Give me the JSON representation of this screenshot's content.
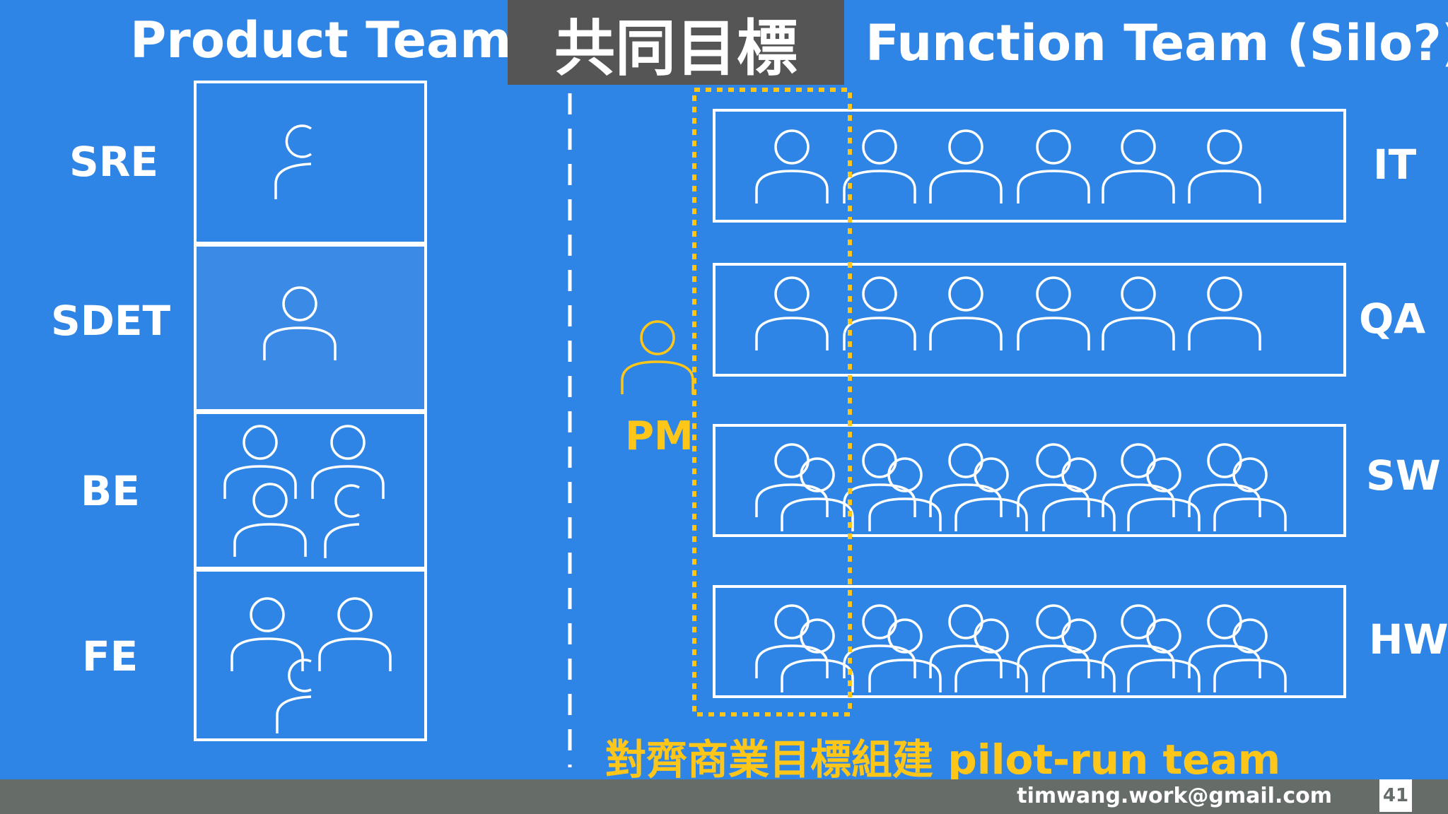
{
  "product_team": {
    "title": "Product Team",
    "roles": [
      "SRE",
      "SDET",
      "BE",
      "FE"
    ]
  },
  "common_goal": "共同目標",
  "function_team": {
    "title": "Function Team (Silo?)",
    "roles": [
      "IT",
      "QA",
      "SW",
      "HW"
    ]
  },
  "pm_label": "PM",
  "pilot_caption": "對齊商業目標組建 pilot-run team",
  "footer": {
    "email": "timwang.work@gmail.com",
    "page_number": "41"
  },
  "colors": {
    "background": "#2f85e5",
    "box_background": "#2f85e5",
    "highlight_yellow": "#ffc61a",
    "goal_box": "#555555",
    "footer": "#666d69"
  },
  "icons": [
    "person-icon",
    "person-pair-icon"
  ]
}
